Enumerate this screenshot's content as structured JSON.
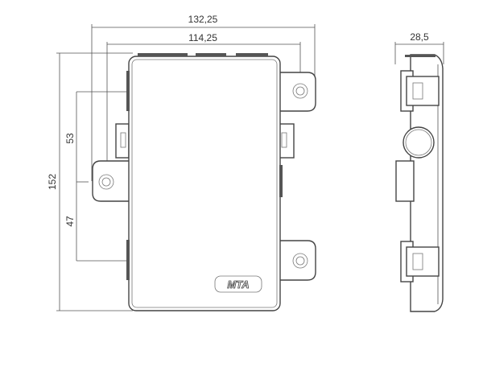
{
  "dimensions": {
    "overall_width": "132,25",
    "hole_spacing_width": "114,25",
    "overall_height": "152",
    "upper_hole_spacing": "53",
    "lower_hole_spacing": "47",
    "depth": "28,5"
  },
  "logo_text": "MTA",
  "colors": {
    "line": "#444444",
    "background": "#ffffff"
  }
}
